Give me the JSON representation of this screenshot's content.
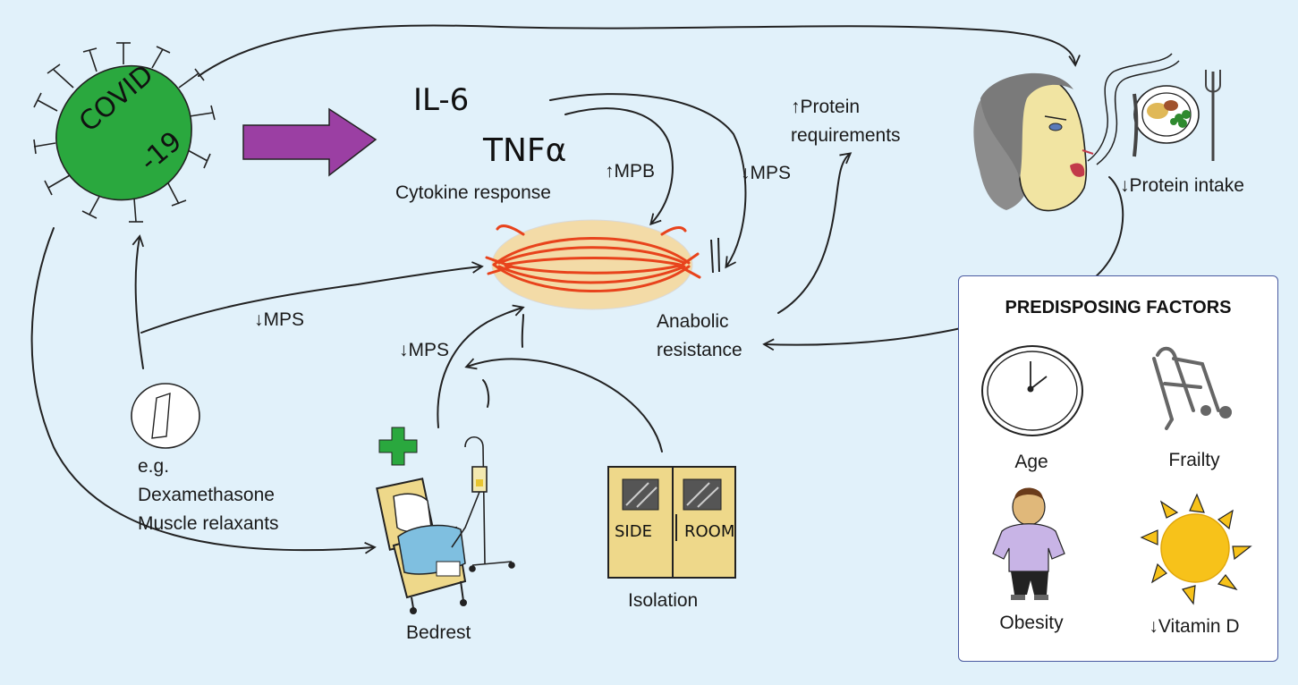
{
  "virus": {
    "text_line1": "COVID",
    "text_line2": "-19"
  },
  "cytokines": {
    "il6": "IL-6",
    "tnf": "TNFα",
    "label": "Cytokine response"
  },
  "arrow_labels": {
    "mpb_up": "↑MPB",
    "mps_down_top": "↓MPS",
    "mps_down_left": "↓MPS",
    "mps_down_bedrest": "↓MPS"
  },
  "protein_requirements": {
    "line1": "↑Protein",
    "line2": "requirements"
  },
  "protein_intake": "↓Protein intake",
  "anabolic_resistance": {
    "line1": "Anabolic",
    "line2": "resistance"
  },
  "drugs": {
    "line1": "e.g.",
    "line2": "Dexamethasone",
    "line3": "Muscle relaxants"
  },
  "bedrest": "Bedrest",
  "isolation": {
    "label": "Isolation",
    "door_left": "SIDE",
    "door_right": "ROOM"
  },
  "predisposing": {
    "title": "PREDISPOSING FACTORS",
    "age": "Age",
    "frailty": "Frailty",
    "obesity": "Obesity",
    "vitamin_d": "↓Vitamin D"
  },
  "colors": {
    "background": "#e1f1fa",
    "virus": "#2aa83e",
    "big_arrow": "#9b3fa3",
    "muscle_fibre": "#e8431c",
    "muscle_fill": "#f3dba7",
    "box_border": "#4a5aa0"
  },
  "icons": [
    "virus-icon",
    "purple-arrow-icon",
    "muscle-icon",
    "face-eating-icon",
    "plate-icon",
    "pill-icon",
    "hospital-bed-icon",
    "cross-icon",
    "iv-drip-icon",
    "doors-icon",
    "clock-icon",
    "walker-icon",
    "person-icon",
    "sun-icon"
  ]
}
